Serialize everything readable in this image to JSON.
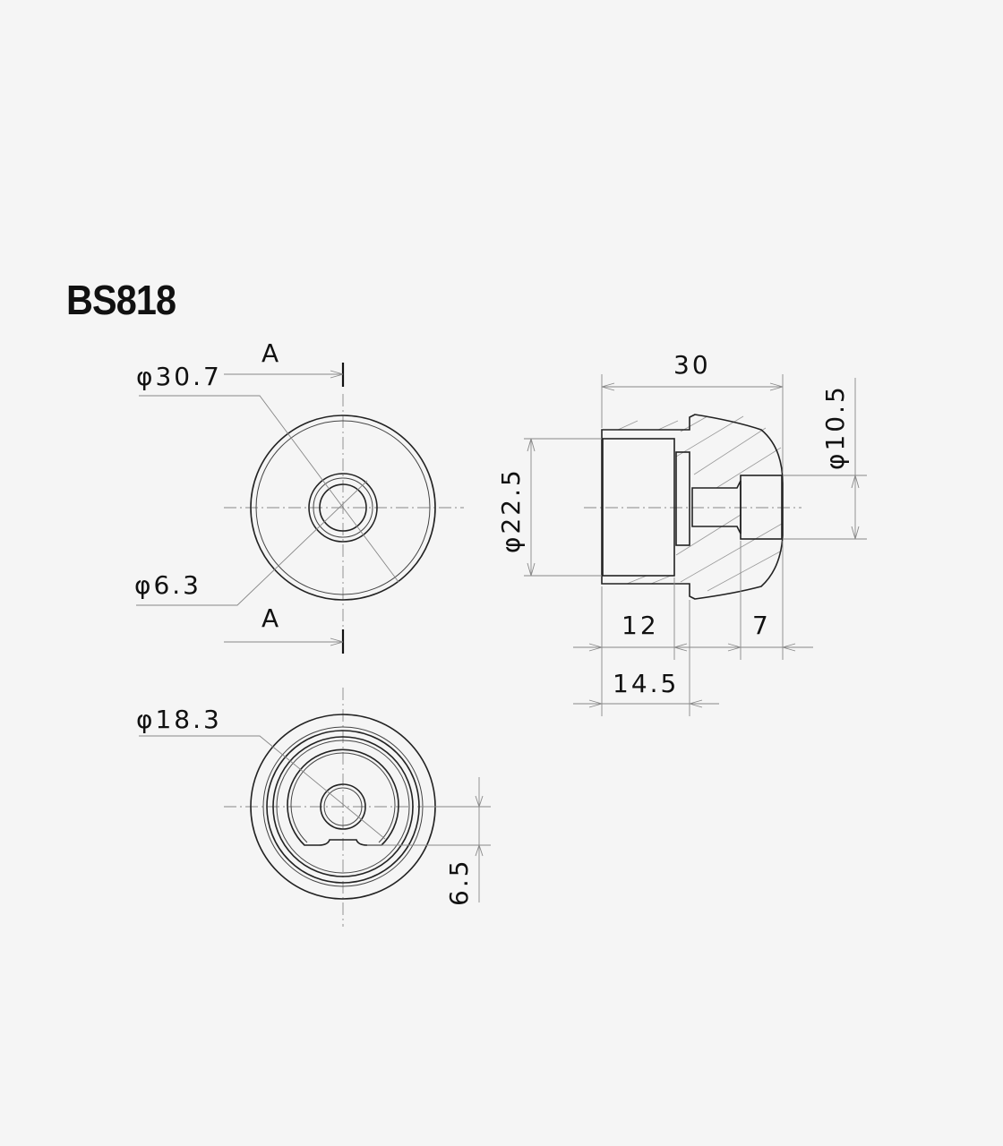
{
  "title": "BS818",
  "front_view": {
    "section_label_top": "A",
    "section_label_bottom": "A",
    "outer_diameter": "φ30.7",
    "bore_diameter": "φ6.3"
  },
  "side_view": {
    "overall_length": "30",
    "tip_diameter": "φ10.5",
    "body_diameter": "φ22.5",
    "bore_depth": "12",
    "recess_depth": "14.5",
    "tip_length": "7"
  },
  "rear_view": {
    "pocket_diameter": "φ18.3",
    "offset": "6.5"
  }
}
